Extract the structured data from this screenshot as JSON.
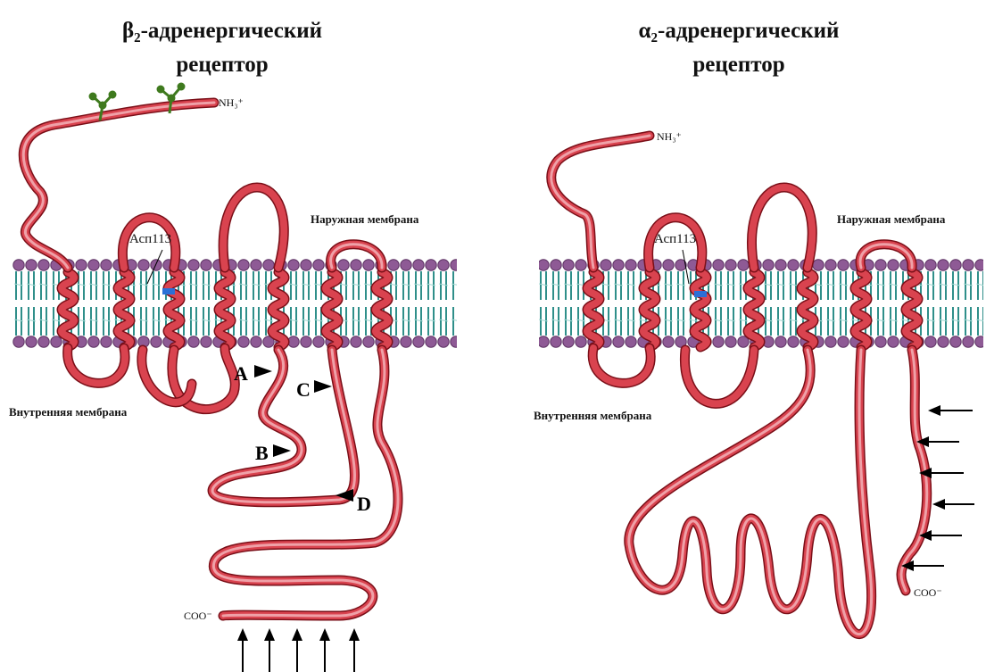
{
  "left": {
    "title_line1": "β₂-адренергический",
    "title_line2": "рецептор",
    "n_terminus": "NH₃⁺",
    "c_terminus": "COO⁻",
    "asn_label": "Асп113",
    "outer_membrane": "Наружная мембрана",
    "inner_membrane": "Внутренняя мембрана",
    "site_a": "A",
    "site_b": "B",
    "site_c": "C",
    "site_d": "D"
  },
  "right": {
    "title_line1": "α₂-адренергический",
    "title_line2": "рецептор",
    "n_terminus": "NH₃⁺",
    "c_terminus": "COO⁻",
    "asn_label": "Асп113",
    "outer_membrane": "Наружная мембрана",
    "inner_membrane": "Внутренняя мембрана"
  },
  "colors": {
    "ribbon": "#d9434f",
    "ribbon_dark": "#7a0f18",
    "ribbon_light": "#f2b1b7",
    "lipid_head": "#8e5a95",
    "lipid_tail": "#2f8f8a",
    "asp_marker": "#2b6fd6",
    "glycan": "#3f7a1e"
  }
}
